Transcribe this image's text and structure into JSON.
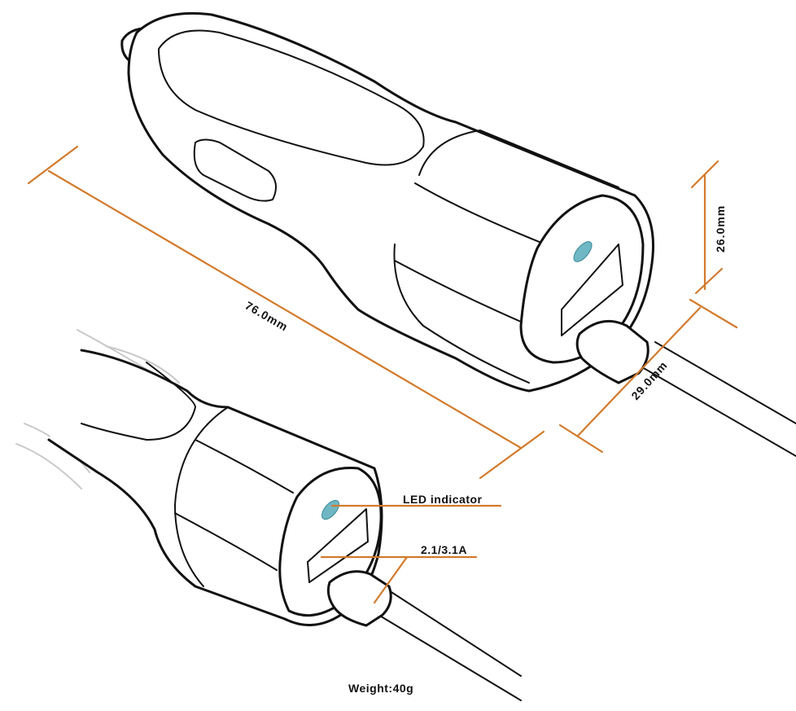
{
  "dimensions": {
    "length": "76.0mm",
    "height": "26.0mm",
    "width": "29.0mm"
  },
  "callouts": {
    "led": "LED indicator",
    "output": "2.1/3.1A"
  },
  "weight": "Weight:40g",
  "colors": {
    "dimension_lines": "#d27a2c",
    "led": "#6fb7c4",
    "outline": "#111111"
  }
}
